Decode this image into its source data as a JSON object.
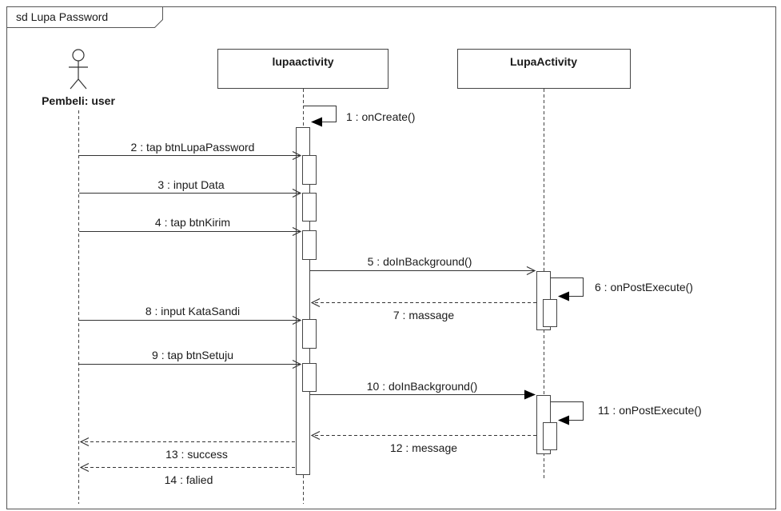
{
  "frame": {
    "title": "sd Lupa Password"
  },
  "lifelines": {
    "user": "Pembeli: user",
    "ui": "lupaactivity",
    "logic": "LupaActivity"
  },
  "messages": {
    "m1": "1 : onCreate()",
    "m2": "2 : tap btnLupaPassword",
    "m3": "3 : input Data",
    "m4": "4 : tap btnKirim",
    "m5": "5 : doInBackground()",
    "m6": "6 : onPostExecute()",
    "m7": "7 : massage",
    "m8": "8 : input KataSandi",
    "m9": "9 : tap btnSetuju",
    "m10": "10 : doInBackground()",
    "m11": "11 : onPostExecute()",
    "m12": "12 : message",
    "m13": "13 : success",
    "m14": "14 : falied"
  },
  "colors": {
    "line": "#333333",
    "box_fill": "#ffffff",
    "background": "#ffffff"
  }
}
